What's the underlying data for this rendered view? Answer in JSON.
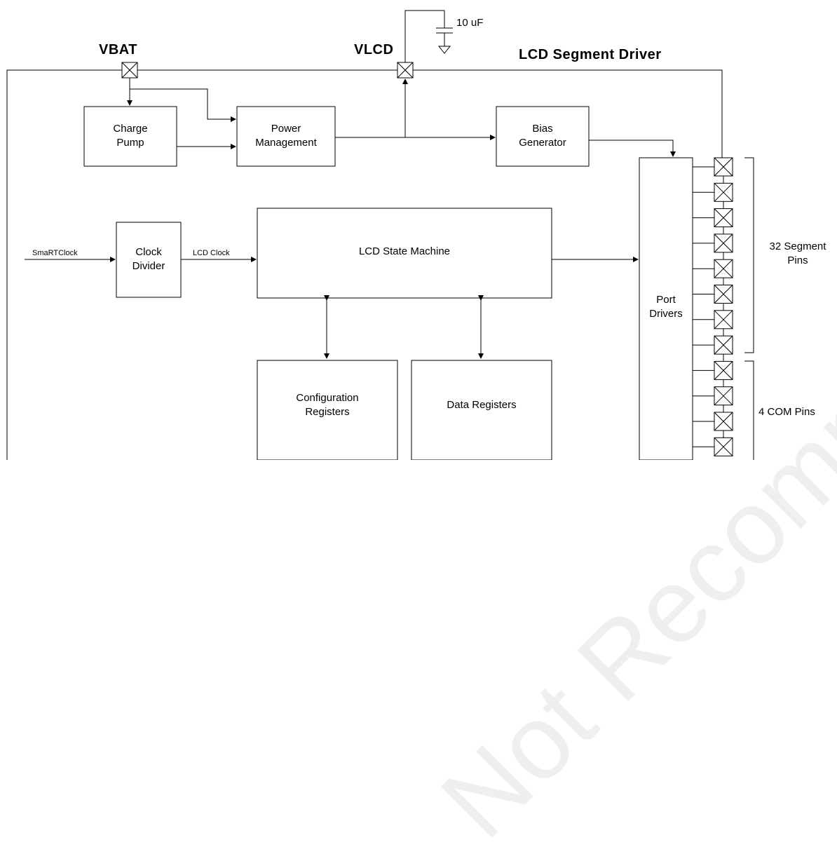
{
  "title": "LCD Segment Driver",
  "rails": {
    "vbat": "VBAT",
    "vlcd": "VLCD",
    "capacitor": "10 uF"
  },
  "blocks": {
    "charge_pump": [
      "Charge",
      "Pump"
    ],
    "power_management": [
      "Power",
      "Management"
    ],
    "bias_generator": [
      "Bias",
      "Generator"
    ],
    "clock_divider": [
      "Clock",
      "Divider"
    ],
    "state_machine": "LCD State Machine",
    "config_registers": [
      "Configuration",
      "Registers"
    ],
    "data_registers": "Data Registers",
    "port_drivers": [
      "Port",
      "Drivers"
    ]
  },
  "signals": {
    "smartclock": "SmaRTClock",
    "lcd_clock": "LCD Clock"
  },
  "pins": {
    "segment": [
      "32 Segment",
      "Pins"
    ],
    "com": "4 COM Pins"
  },
  "watermark": "Not Recommended for New Designs"
}
